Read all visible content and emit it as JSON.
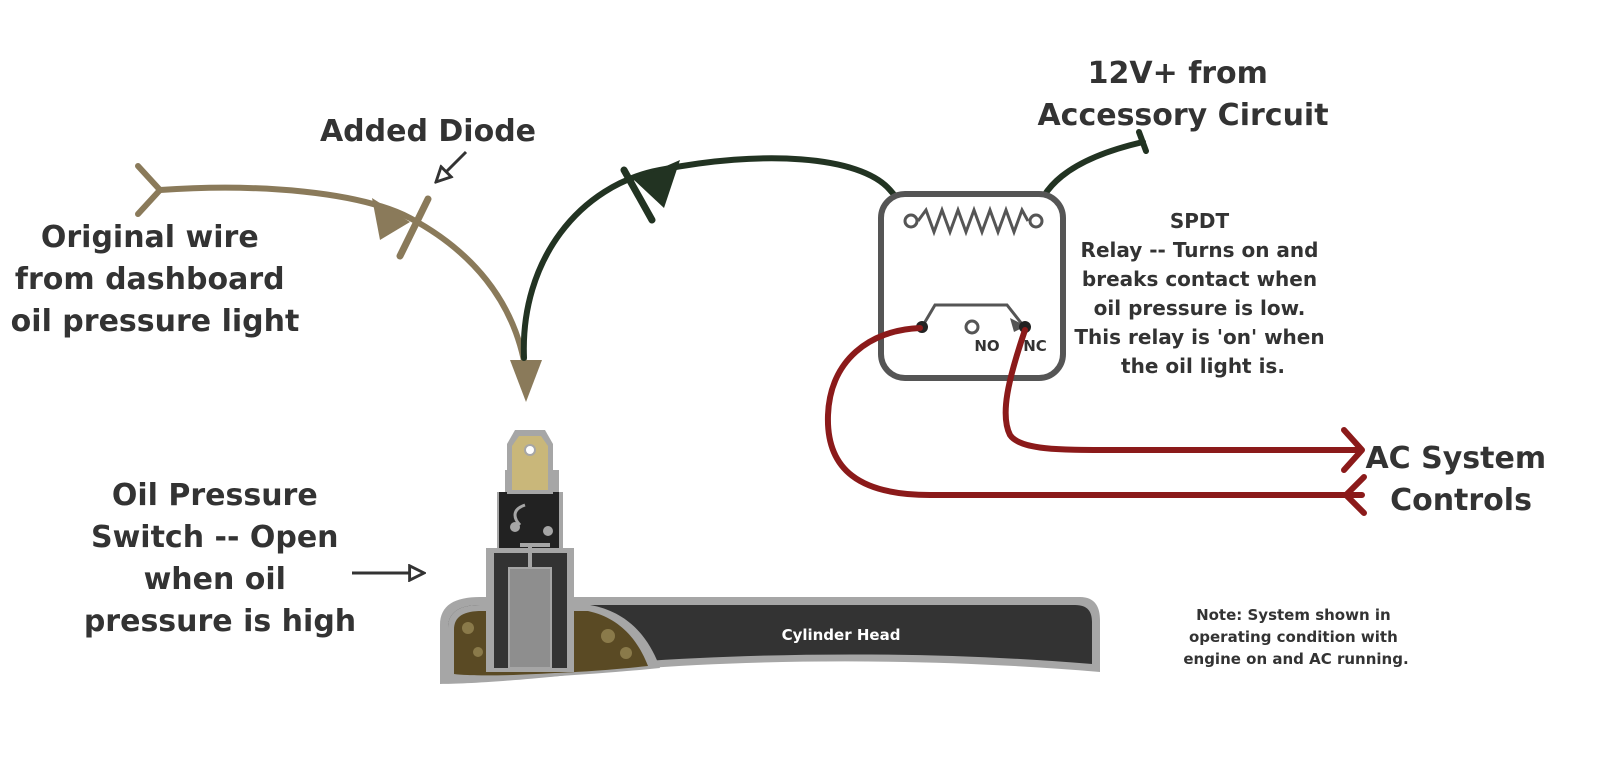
{
  "labels": {
    "original_wire": [
      "Original wire",
      "from dashboard",
      "oil pressure light"
    ],
    "added_diode": "Added Diode",
    "power_source": [
      "12V+ from",
      "Accessory Circuit"
    ],
    "relay_description": [
      "SPDT",
      "Relay -- Turns on and",
      "breaks contact when",
      "oil pressure is low.",
      "This relay is 'on' when",
      "the oil light is."
    ],
    "relay_no": "NO",
    "relay_nc": "NC",
    "ac_system": [
      "AC System",
      "Controls"
    ],
    "oil_switch": [
      "Oil Pressure",
      "Switch -- Open",
      "when oil",
      "pressure is high"
    ],
    "cylinder_head": "Cylinder Head",
    "note": [
      "Note: System shown in",
      "operating condition with",
      "engine on and AC running."
    ]
  },
  "colors": {
    "original_wire": "#8a7a5a",
    "diode_wire": "#223322",
    "relay_outline": "#555555",
    "ac_wire": "#8b1a1a",
    "label_text": "#333333",
    "cylinder_head": "#333333",
    "cylinder_head_rim": "#a6a6a6",
    "oil": "#5a4a24",
    "switch_terminal": "#c9b77a"
  }
}
